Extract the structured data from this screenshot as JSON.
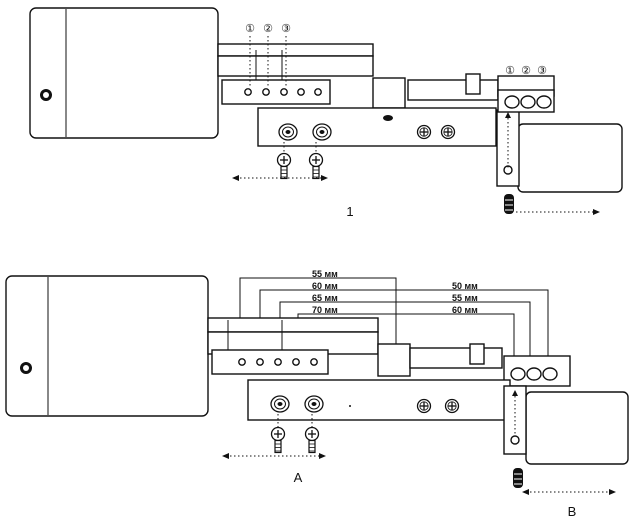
{
  "figure1": {
    "label": "1",
    "position_numbers_left": [
      "①",
      "②",
      "③"
    ],
    "position_numbers_right": [
      "①",
      "②",
      "③"
    ]
  },
  "figure2": {
    "label_a": "A",
    "label_b": "B",
    "dims_left": [
      "55 мм",
      "60 мм",
      "65 мм",
      "70 мм"
    ],
    "dims_right": [
      "50 мм",
      "55 мм",
      "60 мм"
    ]
  }
}
